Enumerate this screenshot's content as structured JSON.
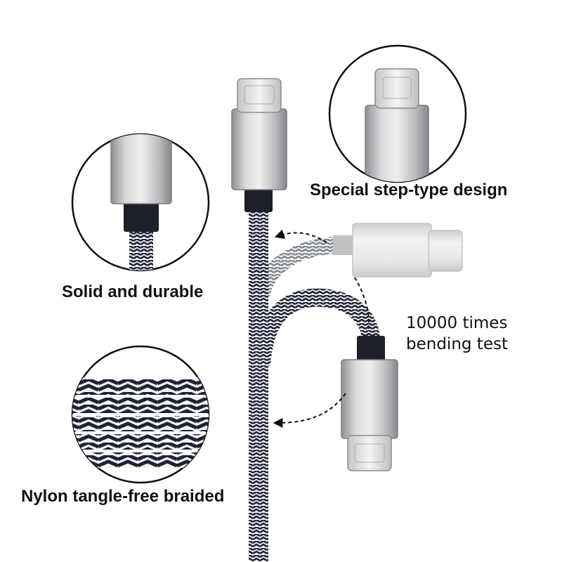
{
  "labels": {
    "step_design": "Special step-type design",
    "solid_durable": "Solid and durable",
    "nylon_braided": "Nylon tangle-free braided",
    "bending_line1": "10000 times",
    "bending_line2": "bending test"
  },
  "colors": {
    "background": "#ffffff",
    "text": "#111111",
    "braid_dark": "#1f2233",
    "braid_light": "#f2f3f7",
    "connector_silver": "#b8b9bc",
    "strain_relief": "#1d1f29",
    "circle_stroke": "#111111"
  },
  "icons": [
    "usb-c-connector-icon",
    "braided-cable-icon",
    "curved-arrow-icon"
  ]
}
